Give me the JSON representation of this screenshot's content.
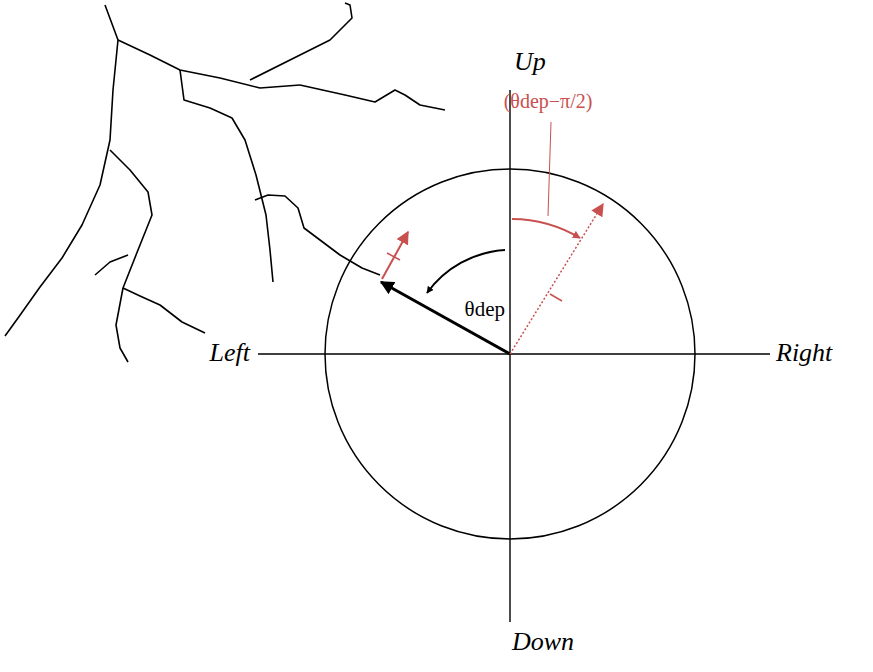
{
  "diagram": {
    "labels": [
      "Up",
      "Down",
      "Left",
      "Right",
      "θdep",
      "(θdep−π/2)"
    ]
  }
}
